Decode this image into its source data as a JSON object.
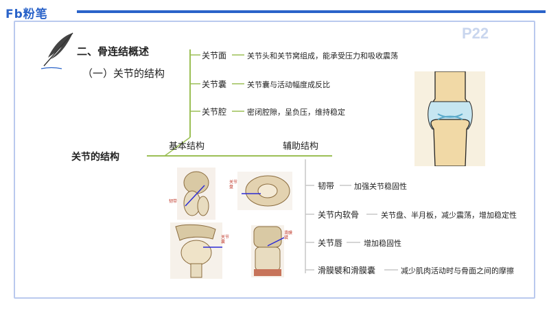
{
  "brand": {
    "logo_text": "Fb粉笔"
  },
  "page_number": "P22",
  "heading": "二、骨连结概述",
  "subheading": "（一）关节的结构",
  "main_title": "关节的结构",
  "branches": {
    "basic": "基本结构",
    "auxiliary": "辅助结构"
  },
  "basic_items": [
    {
      "label": "关节面",
      "desc": "关节头和关节窝组成，能承受压力和吸收震荡"
    },
    {
      "label": "关节囊",
      "desc": "关节囊与活动幅度成反比"
    },
    {
      "label": "关节腔",
      "desc": "密闭腔隙，呈负压，维持稳定"
    }
  ],
  "aux_items": [
    {
      "label": "韧带",
      "desc": "加强关节稳固性"
    },
    {
      "label": "关节内软骨",
      "desc": "关节盘、半月板，减少震荡，增加稳定性"
    },
    {
      "label": "关节唇",
      "desc": "增加稳固性"
    },
    {
      "label": "滑膜襞和滑膜囊",
      "desc": "减少肌肉活动时与骨面之间的摩擦"
    }
  ],
  "image_labels": [
    "韧带",
    "关节盘",
    "关节囊",
    "滑膜襞"
  ],
  "colors": {
    "accent": "#2a63c9",
    "tree_line": "#9bbf55",
    "bracket_line": "#c7c7c7",
    "pointer": "#2b2bd6"
  }
}
